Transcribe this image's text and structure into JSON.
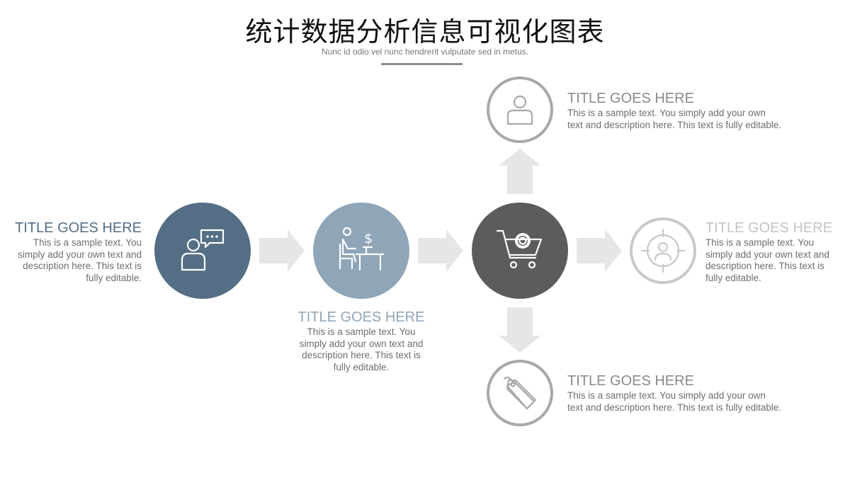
{
  "header": {
    "title": "统计数据分析信息可视化图表",
    "subtitle": "Nunc id odio vel nunc hendrerit vulputate sed in metus."
  },
  "colors": {
    "step1": "#546e85",
    "step2": "#8fa5b8",
    "hub": "#5c5c5c",
    "arrow": "#e6e6e6",
    "outline_top": "#a8a8a8",
    "outline_right": "#c9c9c9",
    "outline_bottom": "#a8a8a8"
  },
  "blocks": {
    "left": {
      "title": "TITLE GOES HERE",
      "line1": "This is a sample text. You",
      "line2": "simply add your own text and",
      "line3": "description here. This text is",
      "line4": "fully editable."
    },
    "middle": {
      "title": "TITLE GOES HERE",
      "line1": "This is a sample text. You",
      "line2": "simply add your own text and",
      "line3": "description here. This text is",
      "line4": "fully editable."
    },
    "top": {
      "title": "TITLE GOES HERE",
      "line1": "This is a sample text. You simply add your own",
      "line2": "text and description here. This text is fully editable."
    },
    "right": {
      "title": "TITLE GOES HERE",
      "line1": "This is a sample text. You",
      "line2": "simply add your own text and",
      "line3": "description here. This text is",
      "line4": "fully editable."
    },
    "bottom": {
      "title": "TITLE GOES HERE",
      "line1": "This is a sample text. You simply add your own",
      "line2": "text and description here. This text is fully editable."
    }
  },
  "icons": {
    "step1": "person-chat-icon",
    "step2": "person-desk-dollar-icon",
    "hub": "cart-gear-icon",
    "top": "user-icon",
    "right": "target-user-icon",
    "bottom": "price-tag-icon"
  }
}
